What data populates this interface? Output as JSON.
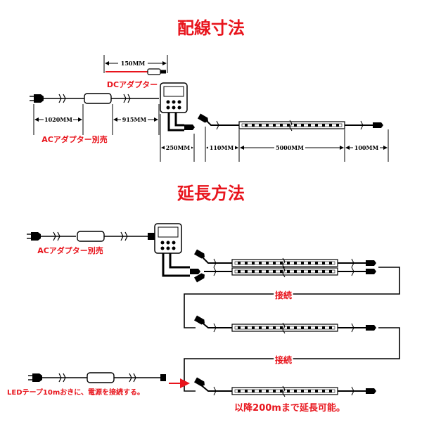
{
  "section1": {
    "title": "配線寸法",
    "dc_length": "150MM",
    "dc_label": "DCアダプター",
    "len_cord_left": "1020MM",
    "len_cord_right": "915MM",
    "ac_label": "ACアダプター別売",
    "len_controller": "250MM",
    "len_lead_in": "110MM",
    "len_strip": "5000MM",
    "len_lead_out": "100MM"
  },
  "section2": {
    "title": "延長方法",
    "ac_label": "ACアダプター別売",
    "connect_label_1": "接続",
    "connect_label_2": "接続",
    "note_power": "LEDテープ10mおきに、電源を接続する。",
    "note_extend": "以降200mまで延長可能。"
  },
  "colors": {
    "accent": "#e8141c",
    "line": "#000000"
  }
}
